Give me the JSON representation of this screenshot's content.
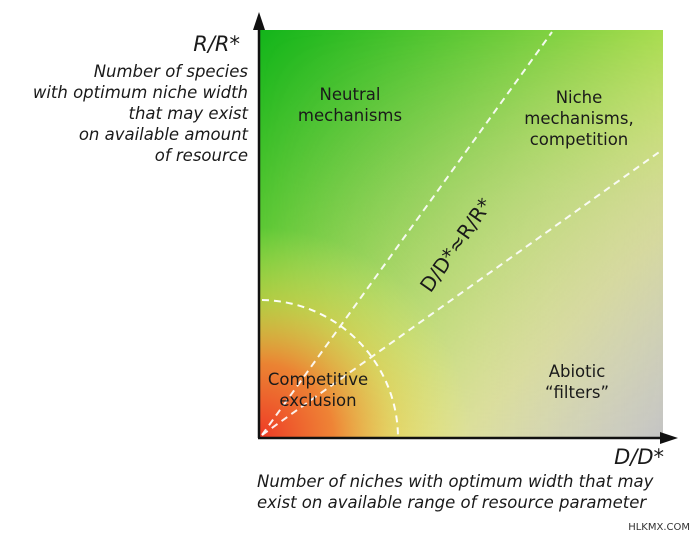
{
  "y_axis": {
    "title": "R/R*",
    "description": [
      "Number of species",
      "with optimum niche width",
      "that may exist",
      "on available amount",
      "of resource"
    ]
  },
  "x_axis": {
    "title": "D/D*",
    "description": [
      "Number of niches with optimum width that may",
      "exist on available range of resource parameter"
    ]
  },
  "regions": {
    "neutral": [
      "Neutral",
      "mechanisms"
    ],
    "niche": [
      "Niche",
      "mechanisms,",
      "competition"
    ],
    "abiotic": [
      "Abiotic",
      "“filters”"
    ],
    "competitive": [
      "Competitive",
      "exclusion"
    ]
  },
  "diagonal_label": "D/D*≈R/R*",
  "watermark": "HLKMX.COM",
  "colors": {
    "green": "#1fbb20",
    "yellow": "#f4f96a",
    "gray": "#c8c8c8",
    "red": "#f04a2a",
    "axis": "#111111",
    "dashed": "#ffffff"
  }
}
